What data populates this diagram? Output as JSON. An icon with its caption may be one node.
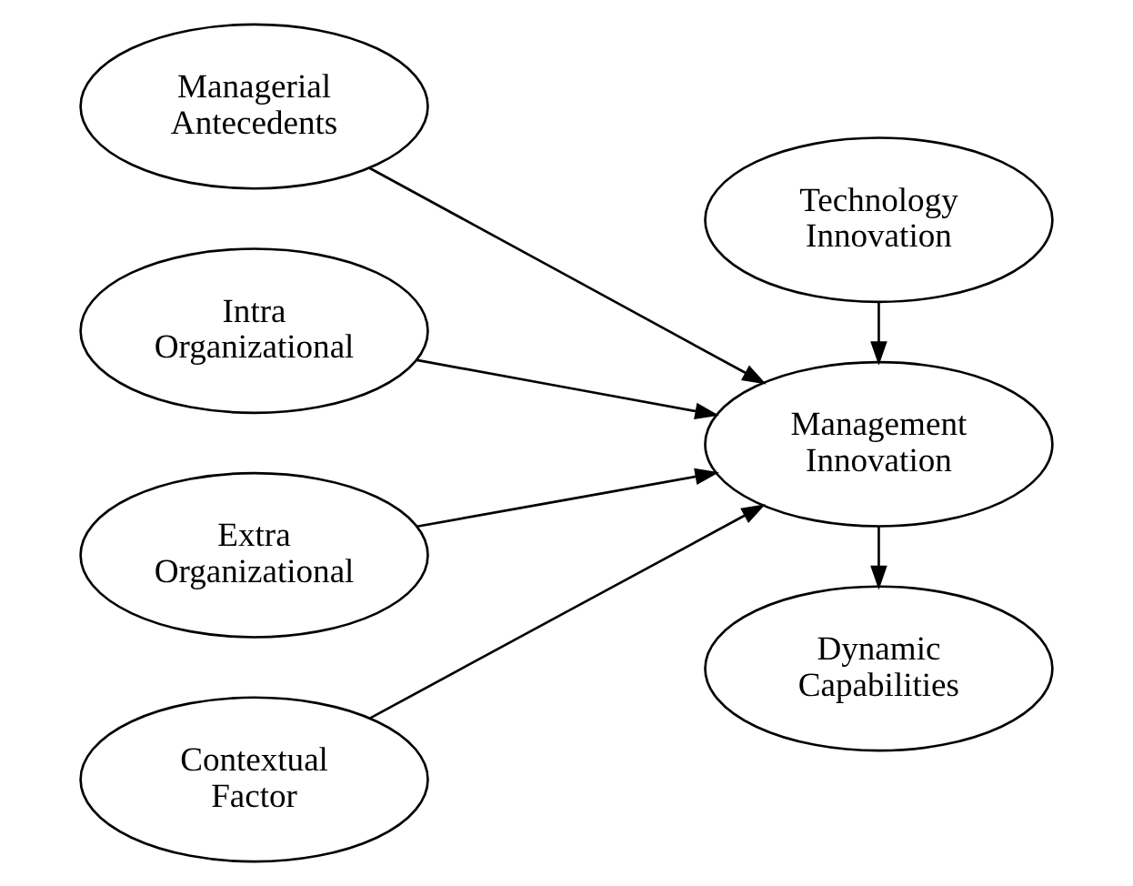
{
  "diagram": {
    "nodes": [
      {
        "text": [
          "Managerial Antecedents"
        ]
      },
      {
        "text": [
          "Intra Organizational"
        ]
      },
      {
        "text": [
          "Extra Organizational"
        ]
      },
      {
        "text": [
          "Contextual Factor"
        ]
      },
      {
        "text": [
          "Dynamic Capabilities"
        ]
      },
      {
        "text": [
          "Management Innovation"
        ]
      },
      {
        "text": [
          "Technology Innovation"
        ]
      }
    ],
    "edges": [
      {
        "from": 0,
        "to": 5,
        "arrow": "to"
      },
      {
        "from": 1,
        "to": 5,
        "arrow": "to"
      },
      {
        "from": 2,
        "to": 5,
        "arrow": "to"
      },
      {
        "from": 3,
        "to": 5,
        "arrow": "to"
      },
      {
        "from": 5,
        "to": 4,
        "arrow": "to"
      },
      {
        "from": 6,
        "to": 5,
        "arrow": "to"
      }
    ]
  }
}
